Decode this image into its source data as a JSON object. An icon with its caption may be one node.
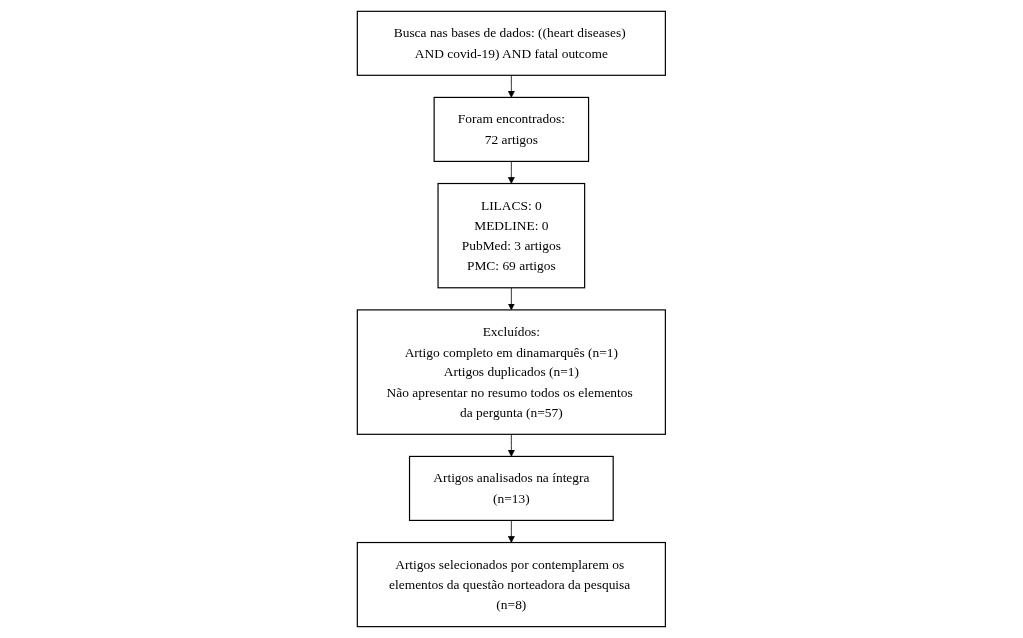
{
  "diagram": {
    "nodes": [
      {
        "text": [
          "Busca nas bases de dados: ((heart diseases) AND covid-19) AND fatal outcome"
        ]
      },
      {
        "text": [
          "Foram encontrados:",
          "72 artigos"
        ]
      },
      {
        "text": [
          "LILACS: 0",
          "MEDLINE: 0",
          "PubMed: 3 artigos",
          "PMC: 69 artigos"
        ]
      },
      {
        "text": [
          "Excluídos:",
          "Artigo completo em dinamarquês (n=1)",
          "Artigos duplicados (n=1)",
          "Não apresentar no resumo todos os elementos da pergunta (n=57)"
        ]
      },
      {
        "text": [
          "Artigos analisados na íntegra",
          "(n=13)"
        ]
      },
      {
        "text": [
          "Artigos selecionados por contemplarem os elementos da questão norteadora da pesquisa (n=8)"
        ]
      }
    ],
    "edges": [
      {
        "from": 0,
        "to": 1,
        "arrow": "to"
      },
      {
        "from": 1,
        "to": 2,
        "arrow": "to"
      },
      {
        "from": 2,
        "to": 3,
        "arrow": "to"
      },
      {
        "from": 3,
        "to": 4,
        "arrow": "to"
      },
      {
        "from": 4,
        "to": 5,
        "arrow": "to"
      }
    ]
  }
}
